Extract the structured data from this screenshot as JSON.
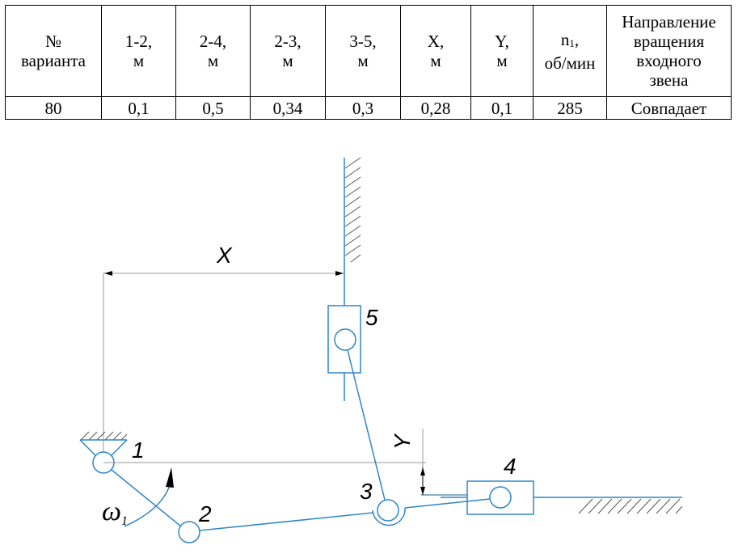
{
  "table": {
    "headers": [
      {
        "line1": "№",
        "line2": "варианта"
      },
      {
        "line1": "1-2,",
        "line2": "м"
      },
      {
        "line1": "2-4,",
        "line2": "м"
      },
      {
        "line1": "2-3,",
        "line2": "м"
      },
      {
        "line1": "3-5,",
        "line2": "м"
      },
      {
        "line1": "X,",
        "line2": "м"
      },
      {
        "line1": "Y,",
        "line2": "м"
      },
      {
        "line1": "n",
        "sub": "1",
        "line1_suffix": ",",
        "line2": "об/мин"
      },
      {
        "lines": [
          "Направление",
          "вращения",
          "входного",
          "звена"
        ]
      }
    ],
    "row": [
      "80",
      "0,1",
      "0,5",
      "0,34",
      "0,3",
      "0,28",
      "0,1",
      "285",
      "Совпадает"
    ]
  },
  "scheme": {
    "labels": {
      "joint1": "1",
      "joint2": "2",
      "joint3": "3",
      "slider4": "4",
      "slider5": "5",
      "dim_x": "X",
      "dim_y": "Y",
      "omega": "ω",
      "omega_sub": "1"
    },
    "colors": {
      "links": "#2e86c8",
      "dimensions": "#9a9a9a",
      "hatch": "#555555",
      "text": "#000000"
    }
  }
}
